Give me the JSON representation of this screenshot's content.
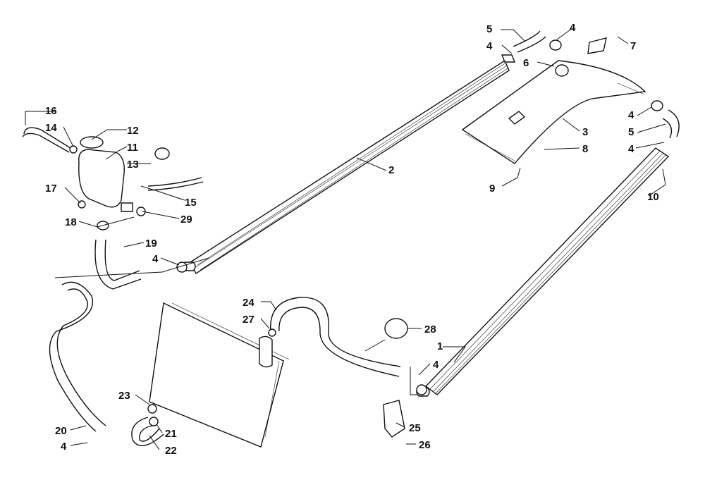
{
  "diagram": {
    "callouts": [
      {
        "id": "c1",
        "label": "1"
      },
      {
        "id": "c2",
        "label": "2"
      },
      {
        "id": "c3",
        "label": "3"
      },
      {
        "id": "c4a",
        "label": "4"
      },
      {
        "id": "c4b",
        "label": "4"
      },
      {
        "id": "c4c",
        "label": "4"
      },
      {
        "id": "c4d",
        "label": "4"
      },
      {
        "id": "c4e",
        "label": "4"
      },
      {
        "id": "c4f",
        "label": "4"
      },
      {
        "id": "c4g",
        "label": "4"
      },
      {
        "id": "c5a",
        "label": "5"
      },
      {
        "id": "c5b",
        "label": "5"
      },
      {
        "id": "c6",
        "label": "6"
      },
      {
        "id": "c7",
        "label": "7"
      },
      {
        "id": "c8",
        "label": "8"
      },
      {
        "id": "c9",
        "label": "9"
      },
      {
        "id": "c10",
        "label": "10"
      },
      {
        "id": "c11",
        "label": "11"
      },
      {
        "id": "c12",
        "label": "12"
      },
      {
        "id": "c13",
        "label": "13"
      },
      {
        "id": "c14",
        "label": "14"
      },
      {
        "id": "c15",
        "label": "15"
      },
      {
        "id": "c16",
        "label": "16"
      },
      {
        "id": "c17",
        "label": "17"
      },
      {
        "id": "c18",
        "label": "18"
      },
      {
        "id": "c19",
        "label": "19"
      },
      {
        "id": "c20",
        "label": "20"
      },
      {
        "id": "c21",
        "label": "21"
      },
      {
        "id": "c22",
        "label": "22"
      },
      {
        "id": "c23",
        "label": "23"
      },
      {
        "id": "c24",
        "label": "24"
      },
      {
        "id": "c25",
        "label": "25"
      },
      {
        "id": "c26",
        "label": "26"
      },
      {
        "id": "c27",
        "label": "27"
      },
      {
        "id": "c28",
        "label": "28"
      },
      {
        "id": "c29",
        "label": "29"
      }
    ]
  }
}
